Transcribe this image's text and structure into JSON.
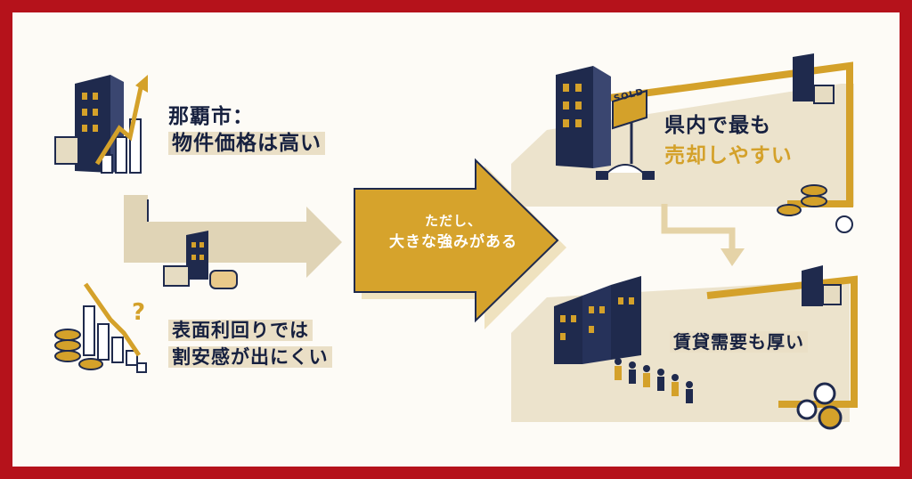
{
  "left": {
    "top_label_line1": "那覇市：",
    "top_label_line2": "物件価格は高い",
    "bottom_label_line1": "表面利回りでは",
    "bottom_label_line2": "割安感が出にくい"
  },
  "center": {
    "line1": "ただし、",
    "line2": "大きな強みがある"
  },
  "right": {
    "top_line1": "県内で最も",
    "top_line2": "売却しやすい",
    "bottom_label": "賃貸需要も厚い",
    "sold_sign": "SOLD"
  },
  "colors": {
    "border": "#b5121b",
    "navy": "#1f2a4d",
    "gold": "#d4a12a",
    "beige": "#e6dcc2"
  }
}
